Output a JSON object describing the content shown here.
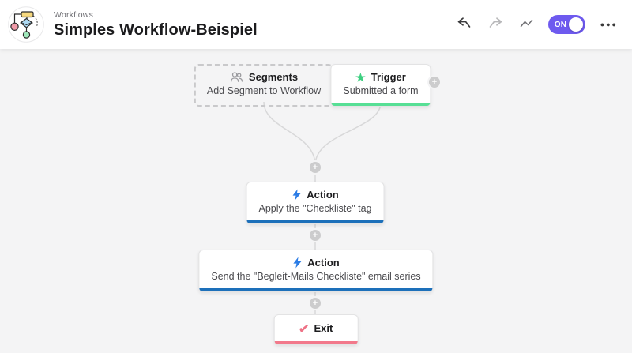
{
  "header": {
    "breadcrumb": "Workflows",
    "title": "Simples Workflow-Beispiel",
    "more_glyph": "●●●",
    "toggle": {
      "label": "ON",
      "state": "on",
      "color": "#6E5AEF"
    },
    "icons": [
      "undo-icon",
      "redo-icon",
      "activity-icon",
      "more-icon"
    ]
  },
  "canvas": {
    "plus_glyph": "+",
    "glyphs": {
      "star": "★",
      "check": "✔"
    },
    "nodes": [
      {
        "type_label": "Segments",
        "description": "Add Segment to Workflow",
        "icon": "people-icon",
        "style": "dashed-placeholder"
      },
      {
        "type_label": "Trigger",
        "description": "Submitted a form",
        "icon": "star-icon",
        "accent_color": "#57DF95"
      },
      {
        "type_label": "Action",
        "description": "Apply the \"Checkliste\" tag",
        "icon": "lightning-icon",
        "accent_color": "#1D70BA"
      },
      {
        "type_label": "Action",
        "description": "Send the \"Begleit-Mails Checkliste\" email series",
        "icon": "lightning-icon",
        "accent_color": "#1D70BA"
      },
      {
        "type_label": "Exit",
        "icon": "check-icon",
        "accent_color": "#F2798B"
      }
    ]
  },
  "colors": {
    "canvas_bg": "#F4F4F5",
    "connector": "#D8D8D9",
    "plus_badge": "#CCCCCD",
    "action_blue": "#1D70BA",
    "bolt_blue": "#2B7CE5",
    "trigger_green": "#57DF95",
    "star_green": "#3DCF80",
    "exit_pink": "#F2798B",
    "check_pink": "#EE7286",
    "toggle_purple": "#6E5AEF"
  }
}
